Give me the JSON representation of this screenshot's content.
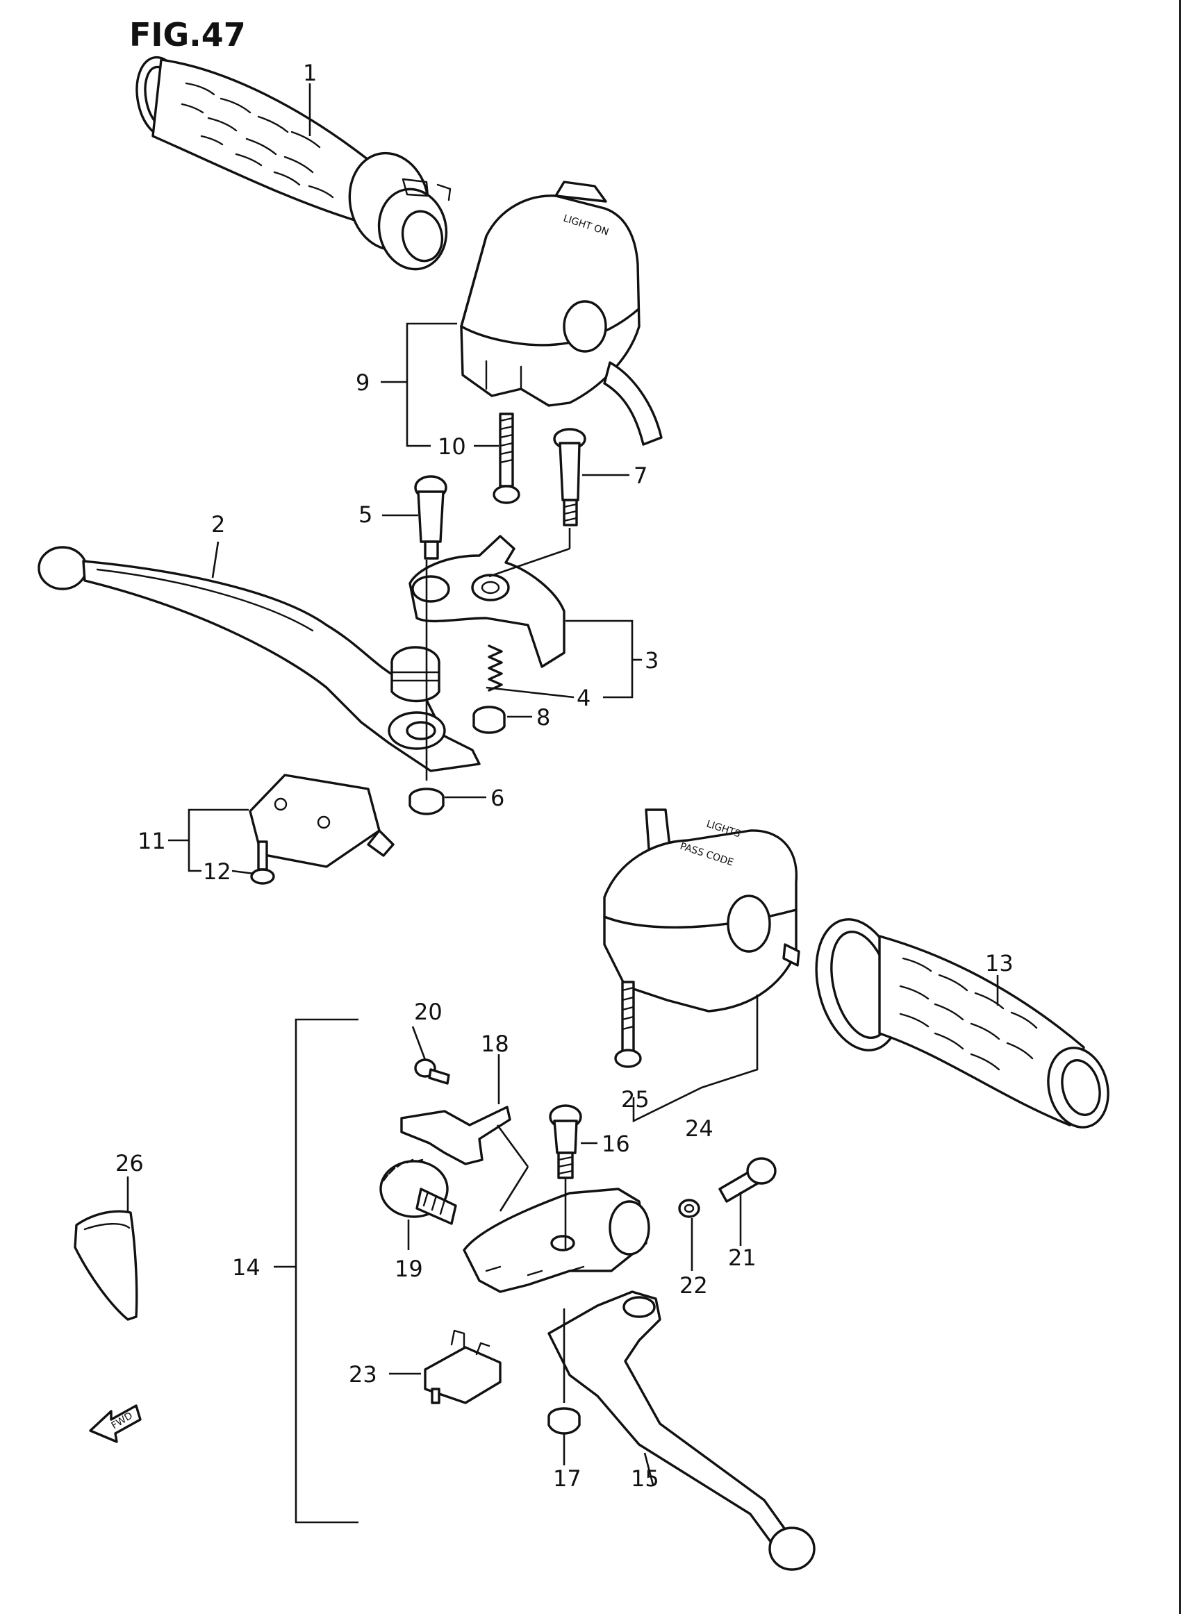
{
  "figure": {
    "title": "FIG.47",
    "arrow_label": "FWD",
    "switch_markings": {
      "left_top": "LIGHT ON",
      "right_top": "LIGHTS",
      "right_mid": "PASS CODE"
    }
  },
  "callouts": [
    {
      "id": "c1",
      "label": "1"
    },
    {
      "id": "c2",
      "label": "2"
    },
    {
      "id": "c3",
      "label": "3"
    },
    {
      "id": "c4",
      "label": "4"
    },
    {
      "id": "c5",
      "label": "5"
    },
    {
      "id": "c6",
      "label": "6"
    },
    {
      "id": "c7",
      "label": "7"
    },
    {
      "id": "c8",
      "label": "8"
    },
    {
      "id": "c9",
      "label": "9"
    },
    {
      "id": "c10",
      "label": "10"
    },
    {
      "id": "c11",
      "label": "11"
    },
    {
      "id": "c12",
      "label": "12"
    },
    {
      "id": "c13",
      "label": "13"
    },
    {
      "id": "c14",
      "label": "14"
    },
    {
      "id": "c15",
      "label": "15"
    },
    {
      "id": "c16",
      "label": "16"
    },
    {
      "id": "c17",
      "label": "17"
    },
    {
      "id": "c18",
      "label": "18"
    },
    {
      "id": "c19",
      "label": "19"
    },
    {
      "id": "c20",
      "label": "20"
    },
    {
      "id": "c21",
      "label": "21"
    },
    {
      "id": "c22",
      "label": "22"
    },
    {
      "id": "c23",
      "label": "23"
    },
    {
      "id": "c24",
      "label": "24"
    },
    {
      "id": "c25",
      "label": "25"
    },
    {
      "id": "c26",
      "label": "26"
    }
  ]
}
